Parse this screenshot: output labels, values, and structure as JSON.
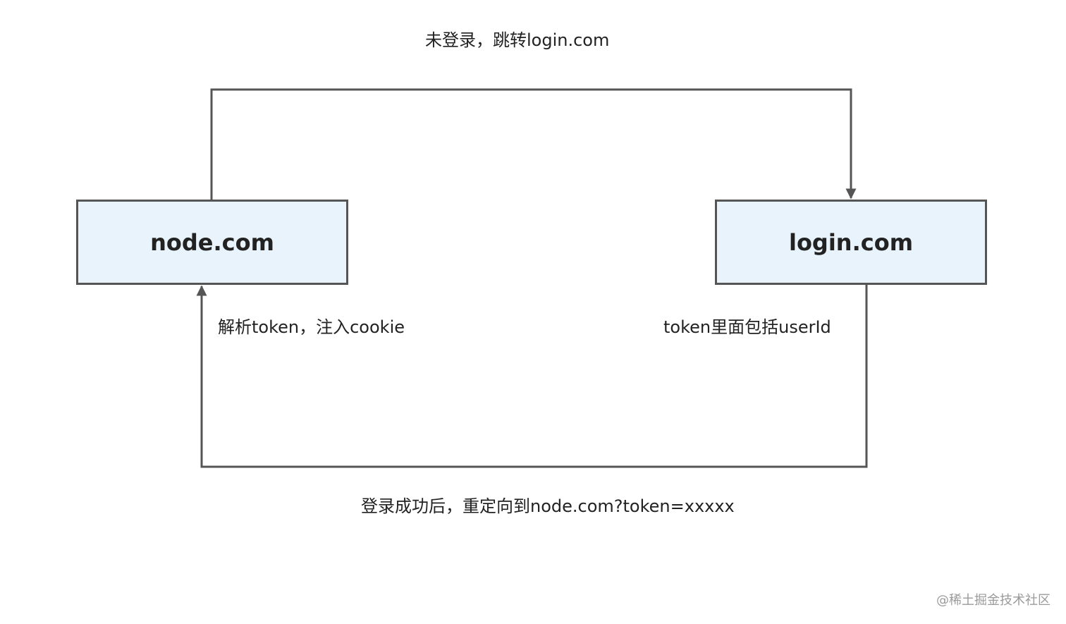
{
  "nodes": {
    "node_site": {
      "label": "node.com"
    },
    "login_site": {
      "label": "login.com"
    }
  },
  "edges": {
    "redirect_to_login": {
      "label": "未登录，跳转login.com"
    },
    "parse_token": {
      "label": "解析token，注入cookie"
    },
    "token_contents": {
      "label": "token里面包括userId"
    },
    "redirect_back": {
      "label": "登录成功后，重定向到node.com?token=xxxxx"
    }
  },
  "watermark": {
    "text": "@稀土掘金技术社区"
  },
  "colors": {
    "box_fill": "#e8f3fb",
    "box_border": "#555555",
    "line": "#555555",
    "text": "#222222",
    "watermark": "#9a9a9a"
  }
}
